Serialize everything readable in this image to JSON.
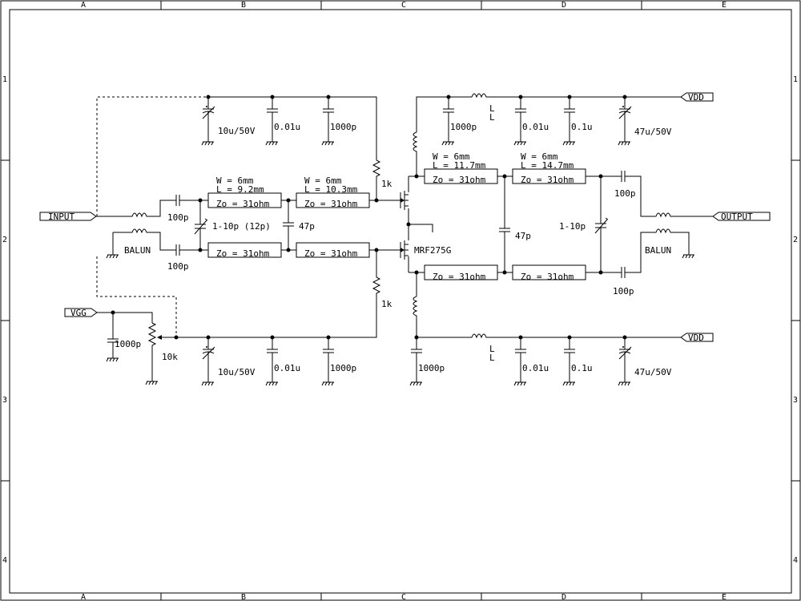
{
  "frame": {
    "columns": [
      "A",
      "B",
      "C",
      "D",
      "E"
    ],
    "rows": [
      "1",
      "2",
      "3",
      "4"
    ]
  },
  "ports": {
    "input": "INPUT",
    "output": "OUTPUT",
    "vgg": "VGG",
    "vdd_top": "VDD",
    "vdd_bottom": "VDD"
  },
  "labels": {
    "balun_in": "BALUN",
    "balun_out": "BALUN",
    "transistor": "MRF275G",
    "c_in_top": "100p",
    "c_in_bot": "100p",
    "c_trim_in": "1-10p (12p)",
    "c_mid_in": "47p",
    "c_mid_out": "47p",
    "c_trim_out": "1-10p",
    "c_out_top": "100p",
    "c_out_bot": "100p",
    "r_bias_top": "1k",
    "r_bias_bot": "1k",
    "pot": "10k",
    "c_vgg": "1000p",
    "c_gt1": "10u/50V",
    "c_gt2": "0.01u",
    "c_gt3": "1000p",
    "c_gb1": "10u/50V",
    "c_gb2": "0.01u",
    "c_gb3": "1000p",
    "c_dt1": "1000p",
    "c_dt2": "0.01u",
    "c_dt3": "0.1u",
    "c_dt4": "47u/50V",
    "c_db1": "1000p",
    "c_db2": "0.01u",
    "c_db3": "0.1u",
    "c_db4": "47u/50V",
    "l_top": "L",
    "l_bot": "L",
    "tl1_w": "W = 6mm",
    "tl1_l": "L = 9.2mm",
    "tl2_w": "W = 6mm",
    "tl2_l": "L = 10.3mm",
    "tl3_w": "W = 6mm",
    "tl3_l": "L = 11.7mm",
    "tl4_w": "W = 6mm",
    "tl4_l": "L = 14.7mm",
    "tl1": "Zo = 31ohm",
    "tl2": "Zo = 31ohm",
    "tl5": "Zo = 31ohm",
    "tl6": "Zo = 31ohm",
    "tl3": "Zo = 31ohm",
    "tl4": "Zo = 31ohm",
    "tl7": "Zo = 31ohm",
    "tl8": "Zo = 31ohm"
  }
}
